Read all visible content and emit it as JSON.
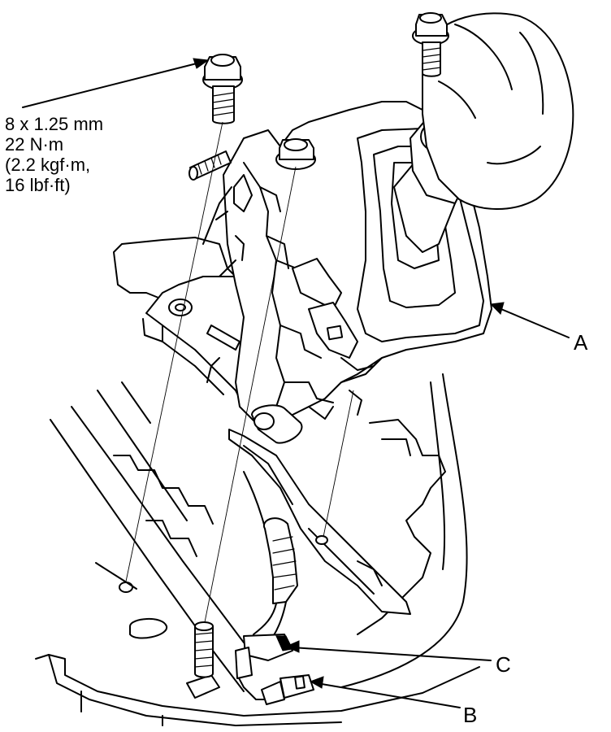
{
  "fastener_spec": {
    "size": "8 x 1.25 mm",
    "torque_nm": "22 N·m",
    "torque_kgfm": "(2.2 kgf·m,",
    "torque_lbfft": "16 lbf·ft)"
  },
  "callouts": {
    "a": "A",
    "b": "B",
    "c": "C"
  }
}
